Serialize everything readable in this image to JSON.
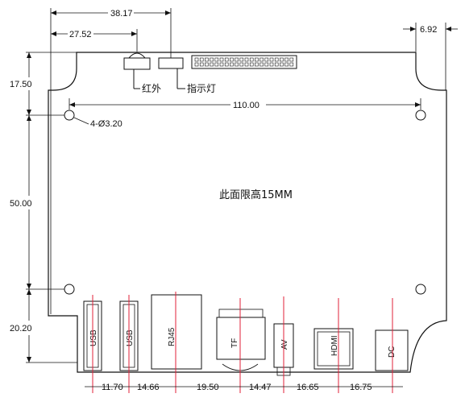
{
  "board": {
    "height_note": "此面限高15MM",
    "mount_hole_note": "4-Ø3.20"
  },
  "labels": {
    "ir": "红外",
    "indicator": "指示灯"
  },
  "dimensions": {
    "top": {
      "indicator_offset": "38.17",
      "ir_offset": "27.52",
      "right_inset": "6.92",
      "hole_span": "110.00"
    },
    "left": {
      "top_section": "17.50",
      "middle_section": "50.00",
      "bottom_section": "20.20"
    },
    "bottom": [
      "11.70",
      "14.66",
      "19.50",
      "14.47",
      "16.65",
      "16.75"
    ]
  },
  "connectors": [
    {
      "label": "USB"
    },
    {
      "label": "USB"
    },
    {
      "label": "RJ45"
    },
    {
      "label": "TF"
    },
    {
      "label": "AV"
    },
    {
      "label": "HDMI"
    },
    {
      "label": "DC"
    }
  ],
  "colors": {
    "line": "#111111",
    "centerline": "#e0203a"
  }
}
